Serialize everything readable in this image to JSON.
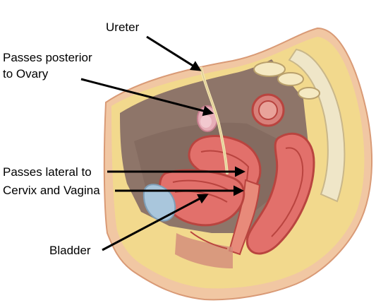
{
  "labels": {
    "ureter": "Ureter",
    "posterior_line1": "Passes posterior",
    "posterior_line2": "to Ovary",
    "lateral_line1": "Passes lateral to",
    "lateral_line2": "Cervix and Vagina",
    "bladder": "Bladder"
  },
  "colors": {
    "skin": "#f1c7a3",
    "skin_dark": "#d99a76",
    "cavity": "#8e7569",
    "fat": "#f2dc8a",
    "bone": "#efe6c8",
    "uterus": "#e2706b",
    "uterus_dark": "#b9443f",
    "bladder": "#a9c6dc",
    "ureter": "#f3e4b0",
    "arrow": "#000000"
  }
}
